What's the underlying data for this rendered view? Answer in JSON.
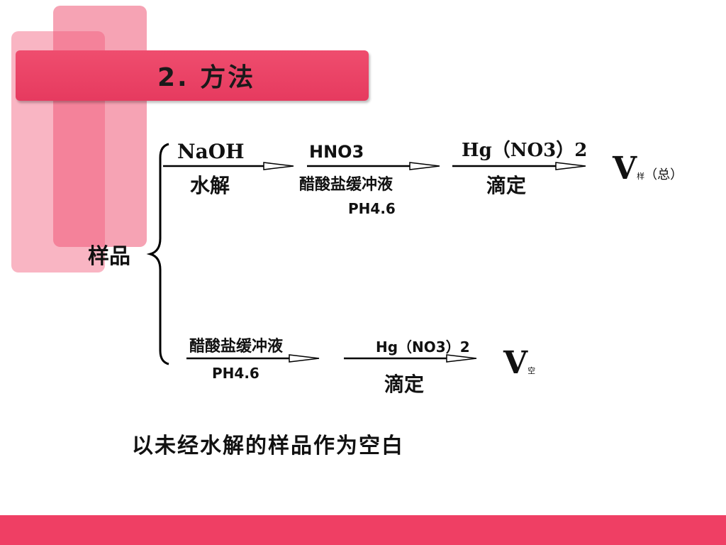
{
  "slide": {
    "title": "2. 方法",
    "caption": "以未经水解的样品作为空白"
  },
  "diagram": {
    "sample": "样品",
    "top": {
      "step1_above": "NaOH",
      "step1_below": "水解",
      "step2_above": "HNO3",
      "step2_below": "醋酸盐缓冲液",
      "step2_ph": "PH4.6",
      "step3_above": "Hg（NO3）2",
      "step3_below": "滴定",
      "result_main": "V",
      "result_sub_small": "样",
      "result_sub_paren": "（总）"
    },
    "bottom": {
      "step1_above": "醋酸盐缓冲液",
      "step1_below": "PH4.6",
      "step2_above": "Hg（NO3）2",
      "step2_below": "滴定",
      "result_main": "V",
      "result_sub": "空"
    }
  },
  "colors": {
    "title_bar": "#e8406a",
    "footer_bar": "#ef3f64",
    "deco_light": "#f6a3b4"
  }
}
